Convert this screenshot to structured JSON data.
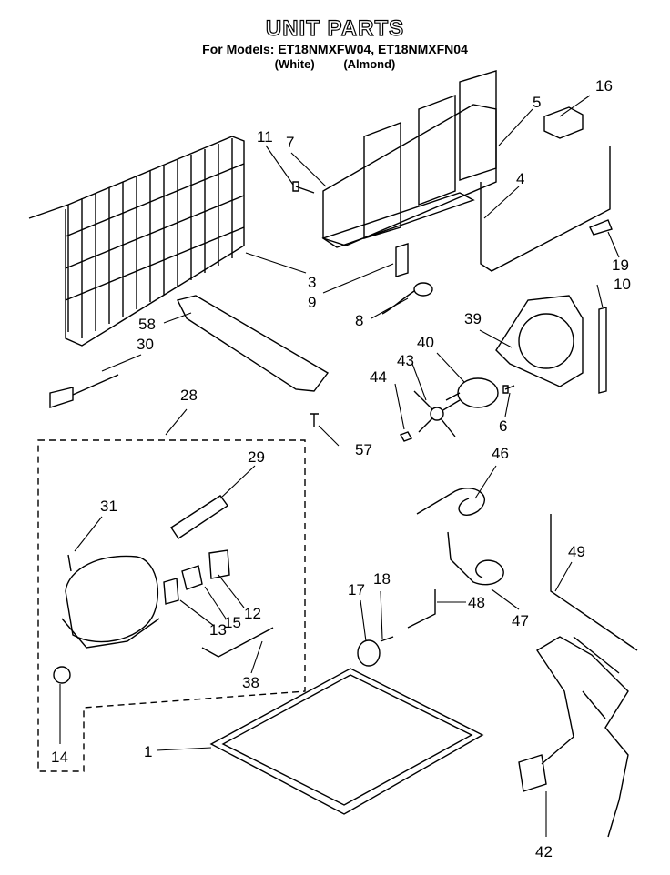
{
  "header": {
    "title": "UNIT PARTS",
    "models": "For Models: ET18NMXFW04, ET18NMXFN04",
    "variants": [
      "(White)",
      "(Almond)"
    ]
  },
  "callouts": {
    "c1": "1",
    "c3": "3",
    "c4": "4",
    "c5": "5",
    "c6": "6",
    "c7": "7",
    "c8": "8",
    "c9": "9",
    "c10": "10",
    "c11": "11",
    "c12": "12",
    "c13": "13",
    "c14": "14",
    "c15": "15",
    "c16": "16",
    "c17": "17",
    "c18": "18",
    "c19": "19",
    "c28": "28",
    "c29": "29",
    "c30": "30",
    "c31": "31",
    "c38": "38",
    "c39": "39",
    "c40": "40",
    "c42": "42",
    "c43": "43",
    "c44": "44",
    "c46": "46",
    "c47": "47",
    "c48": "48",
    "c49": "49",
    "c57": "57",
    "c58": "58"
  }
}
